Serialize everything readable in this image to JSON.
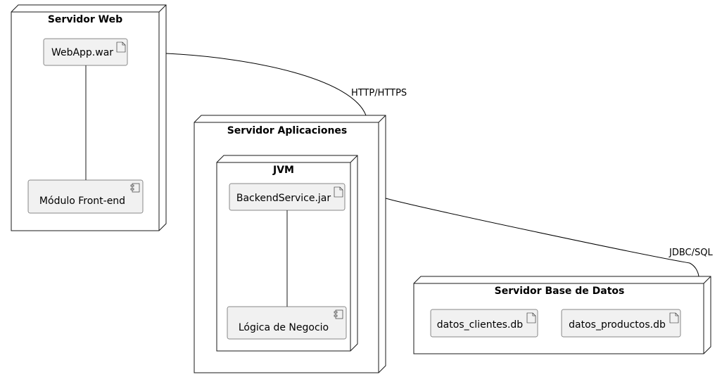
{
  "nodes": {
    "web_server": {
      "title": "Servidor Web"
    },
    "app_server": {
      "title": "Servidor Aplicaciones"
    },
    "jvm": {
      "title": "JVM"
    },
    "db_server": {
      "title": "Servidor Base de Datos"
    }
  },
  "artifacts": {
    "webapp_war": "WebApp.war",
    "backend_jar": "BackendService.jar",
    "datos_clientes": "datos_clientes.db",
    "datos_productos": "datos_productos.db"
  },
  "components": {
    "frontend_module": "Módulo Front-end",
    "business_logic": "Lógica de Negocio"
  },
  "connections": {
    "web_to_app": "HTTP/HTTPS",
    "app_to_db": "JDBC/SQL"
  },
  "colors": {
    "element_fill": "#f1f1f1",
    "element_stroke": "#181818",
    "node_fill": "#ffffff",
    "node_stroke": "#181818"
  }
}
